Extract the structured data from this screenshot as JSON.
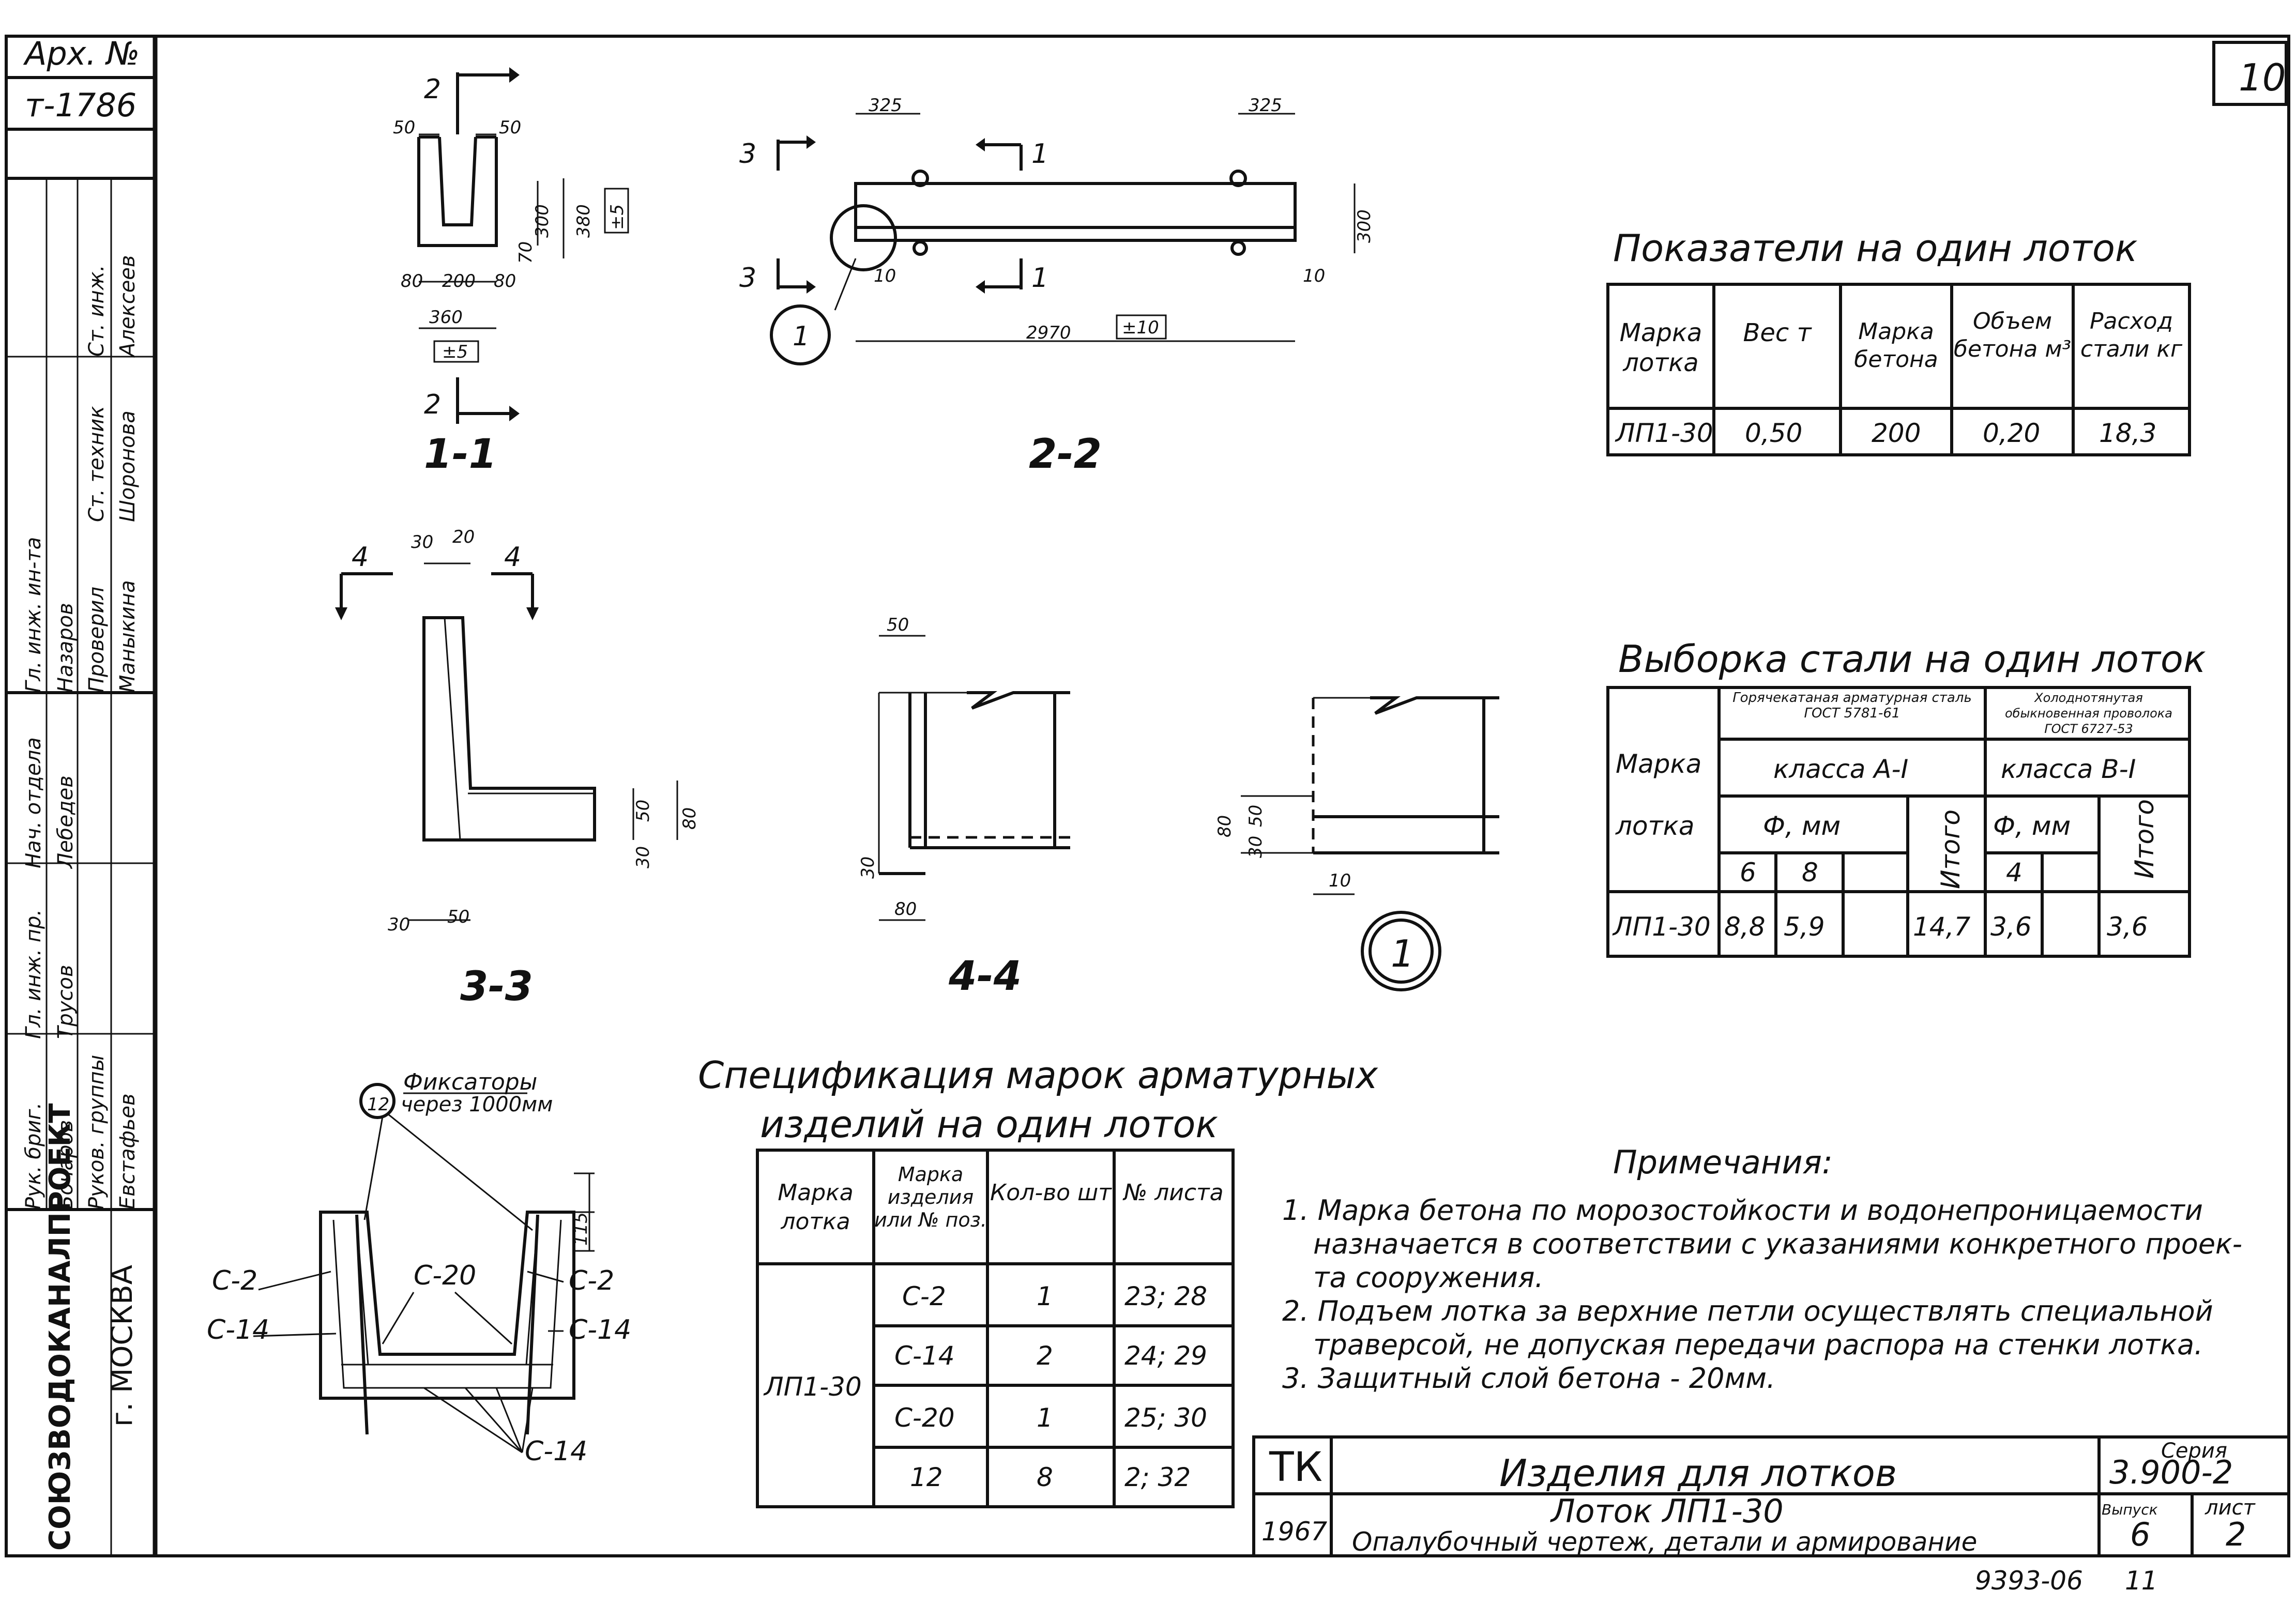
{
  "sheet_number": "10",
  "archive": {
    "label": "Арх. №",
    "number": "т-1786"
  },
  "stamp": {
    "org": "СОЮЗВОДОКАНАЛПРОЕКТ",
    "city": "г. МОСКВА",
    "roles": [
      "Рук. бриг.",
      "Гл. инж. пр.",
      "Нач. отдела",
      "Гл. инж. ин-та",
      "Проверил",
      "Ст. техник",
      "Ст. инж.",
      "Руков. группы"
    ],
    "names": [
      "Бочаров",
      "Трусов",
      "Лебедев",
      "Назаров",
      "Маныкина",
      "Шоронова",
      "Алексеев",
      "Евстафьев"
    ]
  },
  "sections": {
    "s11": "1-1",
    "s22": "2-2",
    "s33": "3-3",
    "s44": "4-4",
    "cut2": "2",
    "cut3": "3",
    "cut1": "1",
    "cut4": "4",
    "detail": "1"
  },
  "dims": {
    "s11": [
      "50",
      "50",
      "300",
      "380",
      "±5",
      "80",
      "200",
      "80",
      "360",
      "±5",
      "70"
    ],
    "s22": [
      "325",
      "325",
      "300",
      "10",
      "10",
      "2970",
      "±10"
    ],
    "s33": [
      "30",
      "20",
      "50",
      "80",
      "30",
      "30",
      "50"
    ],
    "s44": [
      "50",
      "30",
      "80"
    ],
    "d1": [
      "80",
      "50",
      "30",
      "10"
    ],
    "s5": [
      "115"
    ]
  },
  "fixators": {
    "mark": "12",
    "label": "Фиксаторы",
    "spacing": "через 1000мм"
  },
  "rebar_labels": [
    "С-2",
    "С-2",
    "С-20",
    "С-14",
    "С-14",
    "С-14"
  ],
  "table_indicators": {
    "title": "Показатели на один лоток",
    "headers": [
      "Марка лотка",
      "Вес т",
      "Марка бетона",
      "Объем бетона м³",
      "Расход стали кг"
    ],
    "row": [
      "ЛП1-30",
      "0,50",
      "200",
      "0,20",
      "18,3"
    ]
  },
  "table_steel": {
    "title": "Выборка стали на один лоток",
    "h_mark": "Марка лотка",
    "h_hot": "Горячекатаная арматурная сталь ГОСТ 5781-61",
    "h_cold": "Холоднотянутая обыкновенная проволока ГОСТ 6727-53",
    "h_classA": "класса А-I",
    "h_classB": "класса В-I",
    "h_diam": "Ф, мм",
    "h_total": "Итого",
    "d1": "6",
    "d2": "8",
    "d3": "4",
    "row": [
      "ЛП1-30",
      "8,8",
      "5,9",
      "",
      "14,7",
      "3,6",
      "",
      "3,6"
    ]
  },
  "table_spec": {
    "title1": "Спецификация марок арматурных",
    "title2": "изделий на один лоток",
    "headers": [
      "Марка лотка",
      "Марка изделия или № поз.",
      "Кол-во шт",
      "№ листа"
    ],
    "mark": "ЛП1-30",
    "rows": [
      [
        "С-2",
        "1",
        "23; 28"
      ],
      [
        "С-14",
        "2",
        "24; 29"
      ],
      [
        "С-20",
        "1",
        "25; 30"
      ],
      [
        "12",
        "8",
        "2; 32"
      ]
    ]
  },
  "notes": {
    "title": "Примечания:",
    "items": [
      "1. Марка бетона по морозостойкости и водонепроницаемости",
      "назначается в соответствии с указаниями конкретного проек-",
      "та сооружения.",
      "2. Подъем лотка за верхние петли осуществлять специальной",
      "траверсой, не допуская передачи распора на стенки лотка.",
      "3. Защитный слой бетона - 20мм."
    ]
  },
  "title_block": {
    "tk": "ТК",
    "year": "1967",
    "line1": "Изделия для лотков",
    "line2": "Лоток ЛП1-30",
    "line3": "Опалубочный чертеж, детали и армирование",
    "series_label": "Серия",
    "series": "3.900-2",
    "issue_label": "Выпуск",
    "issue": "6",
    "sheet_label": "лист",
    "sheet": "2"
  },
  "footer": {
    "code": "9393-06",
    "page": "11"
  }
}
